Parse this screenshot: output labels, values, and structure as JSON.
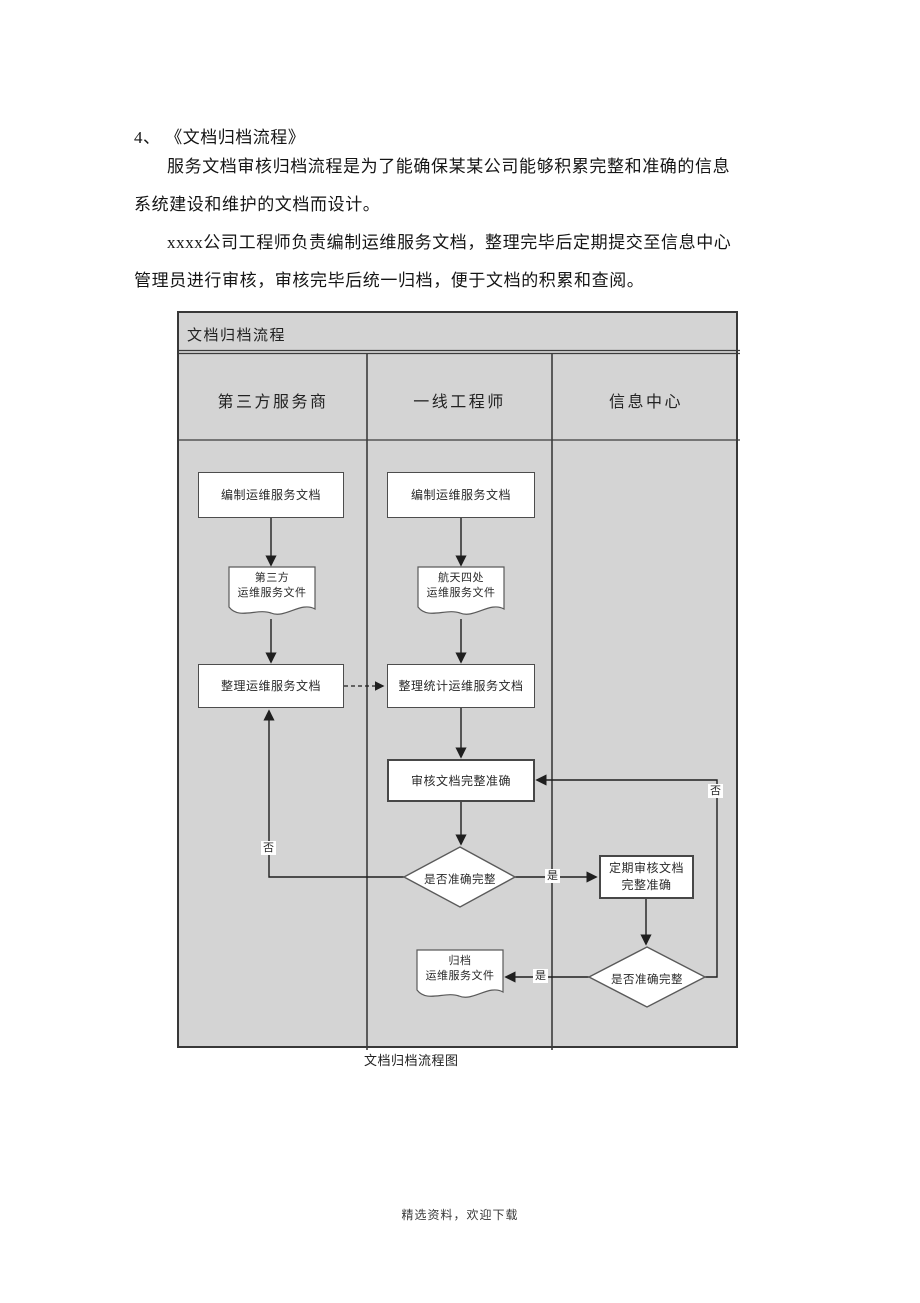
{
  "document": {
    "heading": "4、 《文档归档流程》",
    "body_lines": [
      "服务文档审核归档流程是为了能确保某某公司能够积累完整和准确的信息",
      "系统建设和维护的文档而设计。",
      "xxxx公司工程师负责编制运维服务文档，整理完毕后定期提交至信息中心",
      "管理员进行审核，审核完毕后统一归档，便于文档的积累和查阅。"
    ],
    "caption": "文档归档流程图",
    "footer": "精选资料，欢迎下载"
  },
  "flowchart": {
    "title": "文档归档流程",
    "lanes": [
      {
        "label": "第三方服务商"
      },
      {
        "label": "一线工程师"
      },
      {
        "label": "信息中心"
      }
    ],
    "nodes": {
      "compile_doc_vendor": {
        "type": "process",
        "label": "编制运维服务文档"
      },
      "vendor_file": {
        "type": "document",
        "line1": "第三方",
        "line2": "运维服务文件"
      },
      "organize_vendor": {
        "type": "process",
        "label": "整理运维服务文档"
      },
      "compile_doc_engineer": {
        "type": "process",
        "label": "编制运维服务文档"
      },
      "dept_file": {
        "type": "document",
        "line1": "航天四处",
        "line2": "运维服务文件"
      },
      "organize_stats": {
        "type": "process",
        "label": "整理统计运维服务文档"
      },
      "review_doc": {
        "type": "process",
        "label": "审核文档完整准确"
      },
      "decision_engineer": {
        "type": "decision",
        "label": "是否准确完整"
      },
      "periodic_review": {
        "type": "process",
        "line1": "定期审核文档",
        "line2": "完整准确"
      },
      "decision_center": {
        "type": "decision",
        "label": "是否准确完整"
      },
      "archive_file": {
        "type": "document",
        "line1": "归档",
        "line2": "运维服务文件"
      }
    },
    "edge_labels": {
      "engineer_no": "否",
      "engineer_yes": "是",
      "center_yes": "是",
      "center_no": "否"
    },
    "colors": {
      "lane_bg": "#d4d4d4",
      "node_fill": "#ffffff",
      "node_border": "#4d4d4d",
      "connector": "#1f1f1f",
      "page_bg": "#ffffff"
    }
  }
}
